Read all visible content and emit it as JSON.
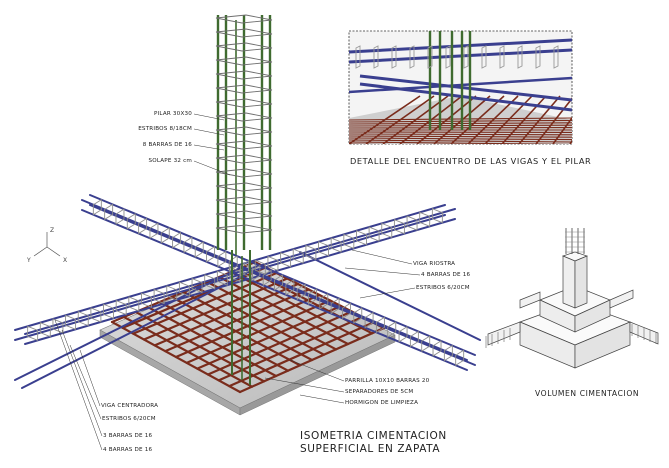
{
  "labels": {
    "pilar": "PILAR 30X30",
    "estribos_pilar": "ESTRIBOS 8/18CM",
    "barras_pilar": "8 BARRAS DE 16",
    "solape": "SOLAPE 32 cm",
    "viga_riostra": "VIGA RIOSTRA",
    "barras_riostra": "4 BARRAS DE 16",
    "estribos_riostra": "ESTRIBOS 6/20CM",
    "parrilla": "PARRILLA 10X10 BARRAS 20",
    "separadores": "SEPARADORES DE 5CM",
    "hormigon": "HORMIGON DE LIMPIEZA",
    "viga_centradora": "VIGA CENTRADORA",
    "estribos_centradora": "ESTRIBOS 6/20CM",
    "barras_centradora_3": "3 BARRAS DE 16",
    "barras_centradora_4": "4 BARRAS DE 16"
  },
  "captions": {
    "detail": "DETALLE DEL ENCUENTRO DE LAS VIGAS Y EL PILAR",
    "volume": "VOLUMEN CIMENTACION",
    "title_line1": "ISOMETRIA CIMENTACION",
    "title_line2": "SUPERFICIAL EN ZAPATA"
  },
  "axes": {
    "z": "Z",
    "y": "Y",
    "x": "X"
  },
  "colors": {
    "pillar_bar": "#3f6b2f",
    "beam_bar": "#3a3f8f",
    "stirrup": "#9a9a9a",
    "mesh_bar": "#7a2c1c",
    "slab": "#c9c9c9",
    "line": "#333333"
  }
}
